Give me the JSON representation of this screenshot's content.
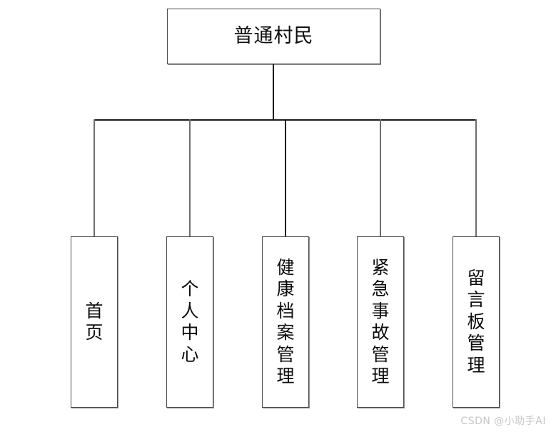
{
  "diagram": {
    "type": "org-chart",
    "title": "普通村民",
    "root": {
      "label": "普通村民",
      "text_orientation": "horizontal"
    },
    "children": [
      {
        "label": "首页",
        "text_orientation": "vertical"
      },
      {
        "label": "个人中心",
        "text_orientation": "vertical"
      },
      {
        "label": "健康档案管理",
        "text_orientation": "vertical"
      },
      {
        "label": "紧急事故管理",
        "text_orientation": "vertical"
      },
      {
        "label": "留言板管理",
        "text_orientation": "vertical"
      }
    ],
    "colors": {
      "background": "#ffffff",
      "box_fill": "#ffffff",
      "box_border": "#4a4a52",
      "box_shadow": "#8a8a90",
      "connector": "#1a1a1a",
      "text": "#0d0d0d"
    }
  },
  "watermark": {
    "text": "CSDN @小助手AI",
    "color": "#c7c7cc"
  }
}
